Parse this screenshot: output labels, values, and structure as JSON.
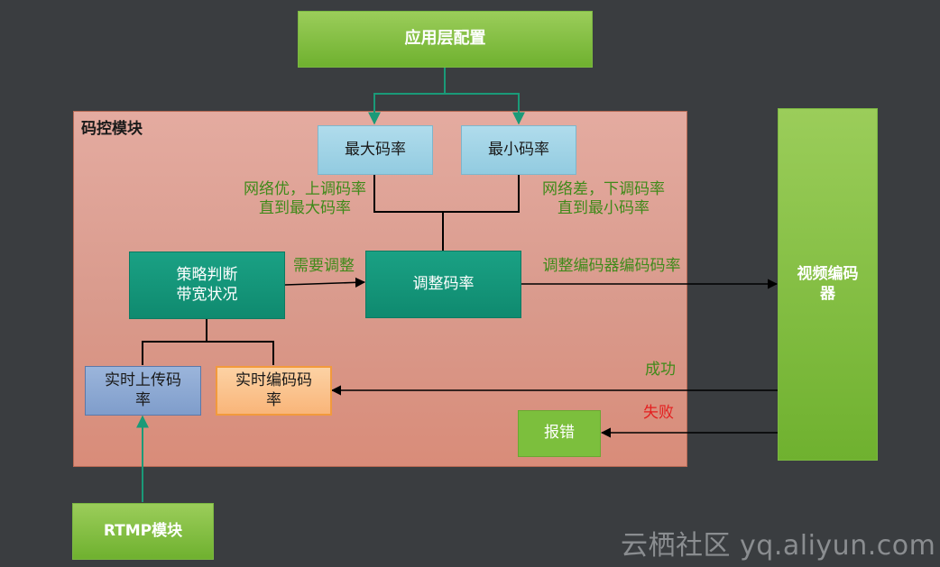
{
  "nodes": {
    "app_config": "应用层配置",
    "module_title": "码控模块",
    "max_bitrate": "最大码率",
    "min_bitrate": "最小码率",
    "strategy": "策略判断\n带宽状况",
    "adjust_bitrate": "调整码率",
    "realtime_upload": "实时上传码\n率",
    "realtime_encode": "实时编码码\n率",
    "error_report": "报错",
    "video_encoder": "视频编码\n器",
    "rtmp_module": "RTMP模块"
  },
  "edge_labels": {
    "network_good": "网络优，上调码率\n直到最大码率",
    "network_bad": "网络差，下调码率\n直到最小码率",
    "need_adjust": "需要调整",
    "adjust_encoder": "调整编码器编码码率",
    "success": "成功",
    "failure": "失败"
  },
  "watermark": "云栖社区 yq.aliyun.com",
  "colors": {
    "background": "#3a3d40",
    "module_fill": "#dd9f92",
    "green_node": "#7cbf3d",
    "teal_node": "#0f8a6f",
    "light_blue_node": "#9fd3e6",
    "teal_connector": "#1a9a78",
    "green_label": "#3f8a1a",
    "red_label": "#e41f1f"
  }
}
